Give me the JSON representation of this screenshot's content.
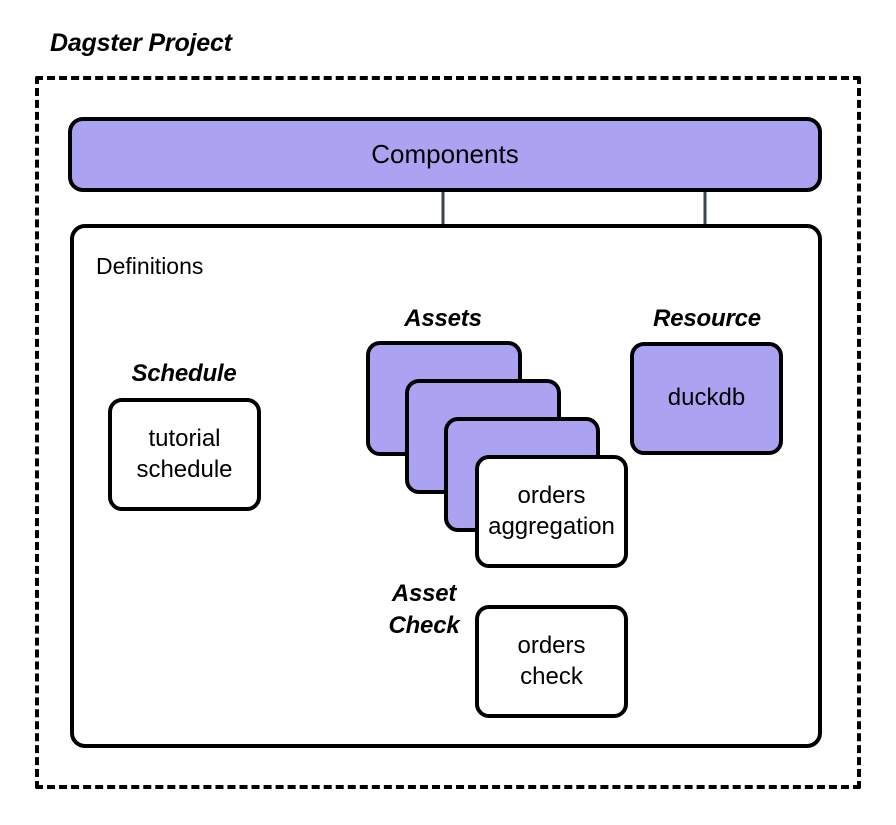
{
  "diagram": {
    "title": "Dagster Project",
    "type": "architecture-diagram"
  },
  "components": {
    "label": "Components",
    "fill": "#aba2f2"
  },
  "definitions": {
    "label": "Definitions"
  },
  "captions": {
    "assets": "Assets",
    "resource": "Resource",
    "schedule": "Schedule",
    "asset_check_line1": "Asset",
    "asset_check_line2": "Check"
  },
  "nodes": {
    "schedule": {
      "line1": "tutorial",
      "line2": "schedule",
      "fill": "#ffffff"
    },
    "asset_stack": [
      {
        "label": "",
        "fill": "#aba2f2"
      },
      {
        "label": "",
        "fill": "#aba2f2"
      },
      {
        "label": "",
        "fill": "#aba2f2"
      },
      {
        "line1": "orders",
        "line2": "aggregation",
        "fill": "#ffffff"
      }
    ],
    "resource": {
      "label": "duckdb",
      "fill": "#aba2f2"
    },
    "asset_check": {
      "line1": "orders",
      "line2": "check",
      "fill": "#ffffff"
    }
  },
  "edges": [
    {
      "from": "components",
      "to": "assets",
      "style": "solid-arrow"
    },
    {
      "from": "components",
      "to": "resource",
      "style": "solid-arrow"
    },
    {
      "from": "schedule",
      "to": "assets",
      "style": "solid-arrow"
    },
    {
      "from": "asset-card-1",
      "to": "duckdb",
      "style": "dashed"
    },
    {
      "from": "asset-card-2",
      "to": "duckdb",
      "style": "dashed"
    },
    {
      "from": "asset-card-3",
      "to": "duckdb",
      "style": "dashed"
    },
    {
      "from": "orders-aggregation",
      "to": "duckdb",
      "style": "dashed"
    },
    {
      "from": "orders-aggregation",
      "to": "orders-check",
      "style": "dashed"
    },
    {
      "from": "duckdb",
      "to": "orders-check",
      "style": "dashed"
    }
  ],
  "colors": {
    "accent_purple": "#aba2f2",
    "stroke_black": "#000000",
    "arrow_slate": "#3d4551",
    "background": "#ffffff"
  }
}
